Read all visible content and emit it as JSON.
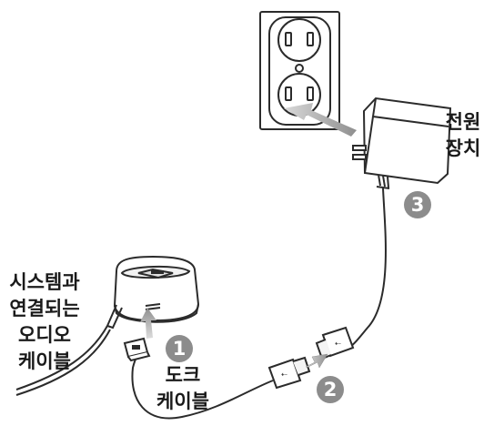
{
  "labels": {
    "power_adapter": [
      "전원",
      "장치"
    ],
    "audio_cable": [
      "시스템과",
      "연결되는",
      "오디오",
      "케이블"
    ],
    "dock_cable": [
      "도크",
      "케이블"
    ]
  },
  "steps": [
    "1",
    "2",
    "3"
  ],
  "colors": {
    "line": "#2b2b2b",
    "arrow": "#9a9a9a",
    "badge": "#8c8c8c"
  }
}
